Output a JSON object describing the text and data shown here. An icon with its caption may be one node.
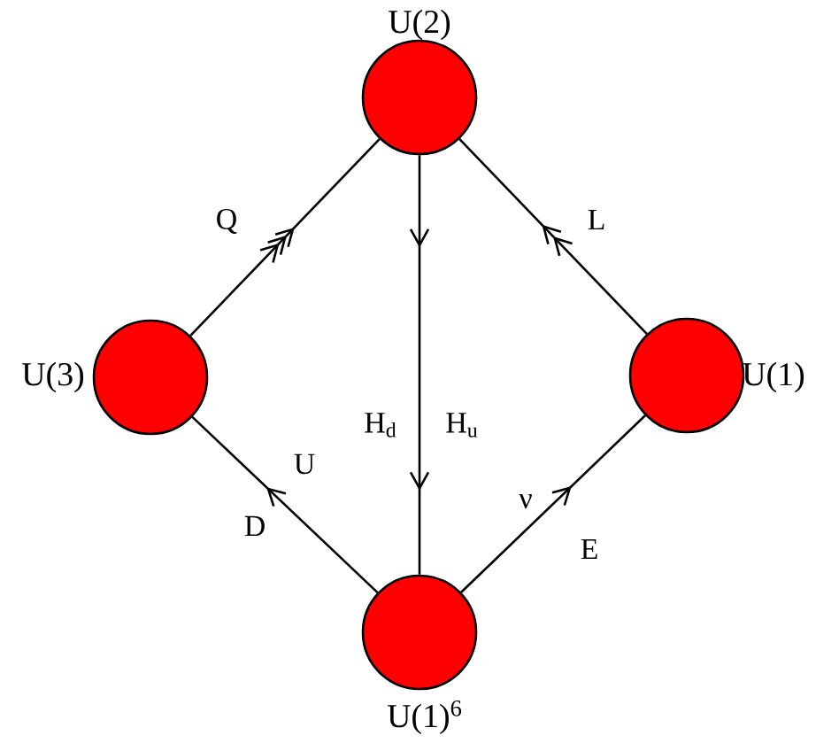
{
  "diagram": {
    "nodes": [
      {
        "text": [],
        "shape": "circle",
        "beside": [
          "U(2)"
        ]
      },
      {
        "text": [],
        "shape": "circle",
        "beside": [
          "U(3)"
        ]
      },
      {
        "text": [],
        "shape": "circle",
        "beside": [
          "U(1)"
        ]
      },
      {
        "text": [],
        "shape": "circle",
        "beside": [
          "U(1)$^{6}$"
        ]
      }
    ],
    "edges": [
      {
        "from": 1,
        "to": 0,
        "arrow": "to",
        "label": "Q"
      },
      {
        "from": 2,
        "to": 0,
        "arrow": "to",
        "label": "L"
      },
      {
        "from": 0,
        "to": 3,
        "arrow": "to",
        "label": "H$_{d}$"
      },
      {
        "from": 3,
        "to": 1,
        "arrow": "to",
        "label": "U"
      },
      {
        "from": 3,
        "to": 2,
        "arrow": "to",
        "label": "ν"
      }
    ],
    "labels": [
      "H$_{u}$",
      "D",
      "E"
    ]
  }
}
